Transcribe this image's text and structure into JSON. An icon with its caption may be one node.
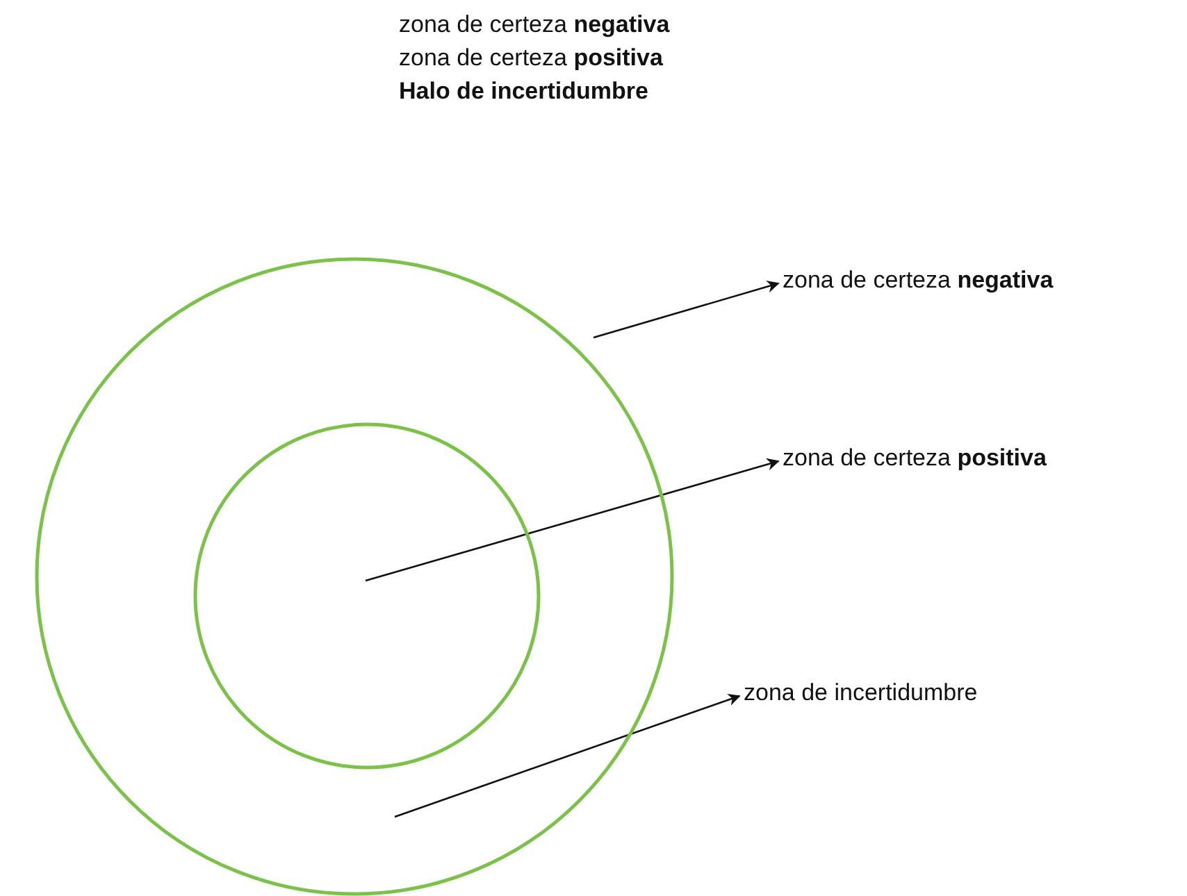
{
  "diagram": {
    "nodes": [
      {
        "text": [],
        "shape": "circle"
      },
      {
        "text": [],
        "shape": "circle",
        "in": 0
      },
      {
        "text": [
          "zona de certeza **negativa**"
        ]
      },
      {
        "text": [
          "zona de certeza **positiva**"
        ]
      },
      {
        "text": [
          "zona de incertidumbre"
        ]
      }
    ],
    "edges": [
      {
        "from": null,
        "to": 2,
        "arrow": "to"
      },
      {
        "from": 1,
        "to": 3,
        "arrow": "to"
      },
      {
        "from": null,
        "to": 4,
        "arrow": "to"
      }
    ],
    "labels": [
      "zona de certeza **negativa**",
      "zona de certeza **positiva**",
      "Halo de incertidumbre"
    ]
  }
}
